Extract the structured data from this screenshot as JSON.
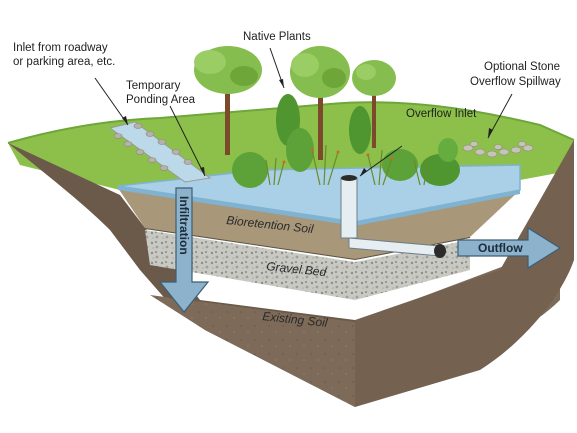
{
  "labels": {
    "inlet_line1": "Inlet from roadway",
    "inlet_line2": "or parking area, etc.",
    "native_plants": "Native Plants",
    "ponding_line1": "Temporary",
    "ponding_line2": "Ponding Area",
    "spillway_line1": "Optional Stone",
    "spillway_line2": "Overflow Spillway",
    "overflow_inlet": "Overflow Inlet",
    "bioretention_soil": "Bioretention Soil",
    "gravel_bed": "Gravel Bed",
    "existing_soil": "Existing Soil",
    "infiltration": "Infiltration",
    "outflow": "Outflow"
  },
  "colors": {
    "grass": "#8cc04a",
    "grass_dark": "#5f9a2e",
    "water": "#a9d0e6",
    "water_edge": "#7fb3d1",
    "bio_soil": "#a89779",
    "gravel": "#c9c9c4",
    "existing_soil": "#7d6a58",
    "existing_soil_dark": "#6b5a49",
    "arrow_fill": "#8cb2cc",
    "arrow_stroke": "#3d5e74",
    "tree_foliage": "#86bd4f",
    "shrub": "#5da238"
  }
}
